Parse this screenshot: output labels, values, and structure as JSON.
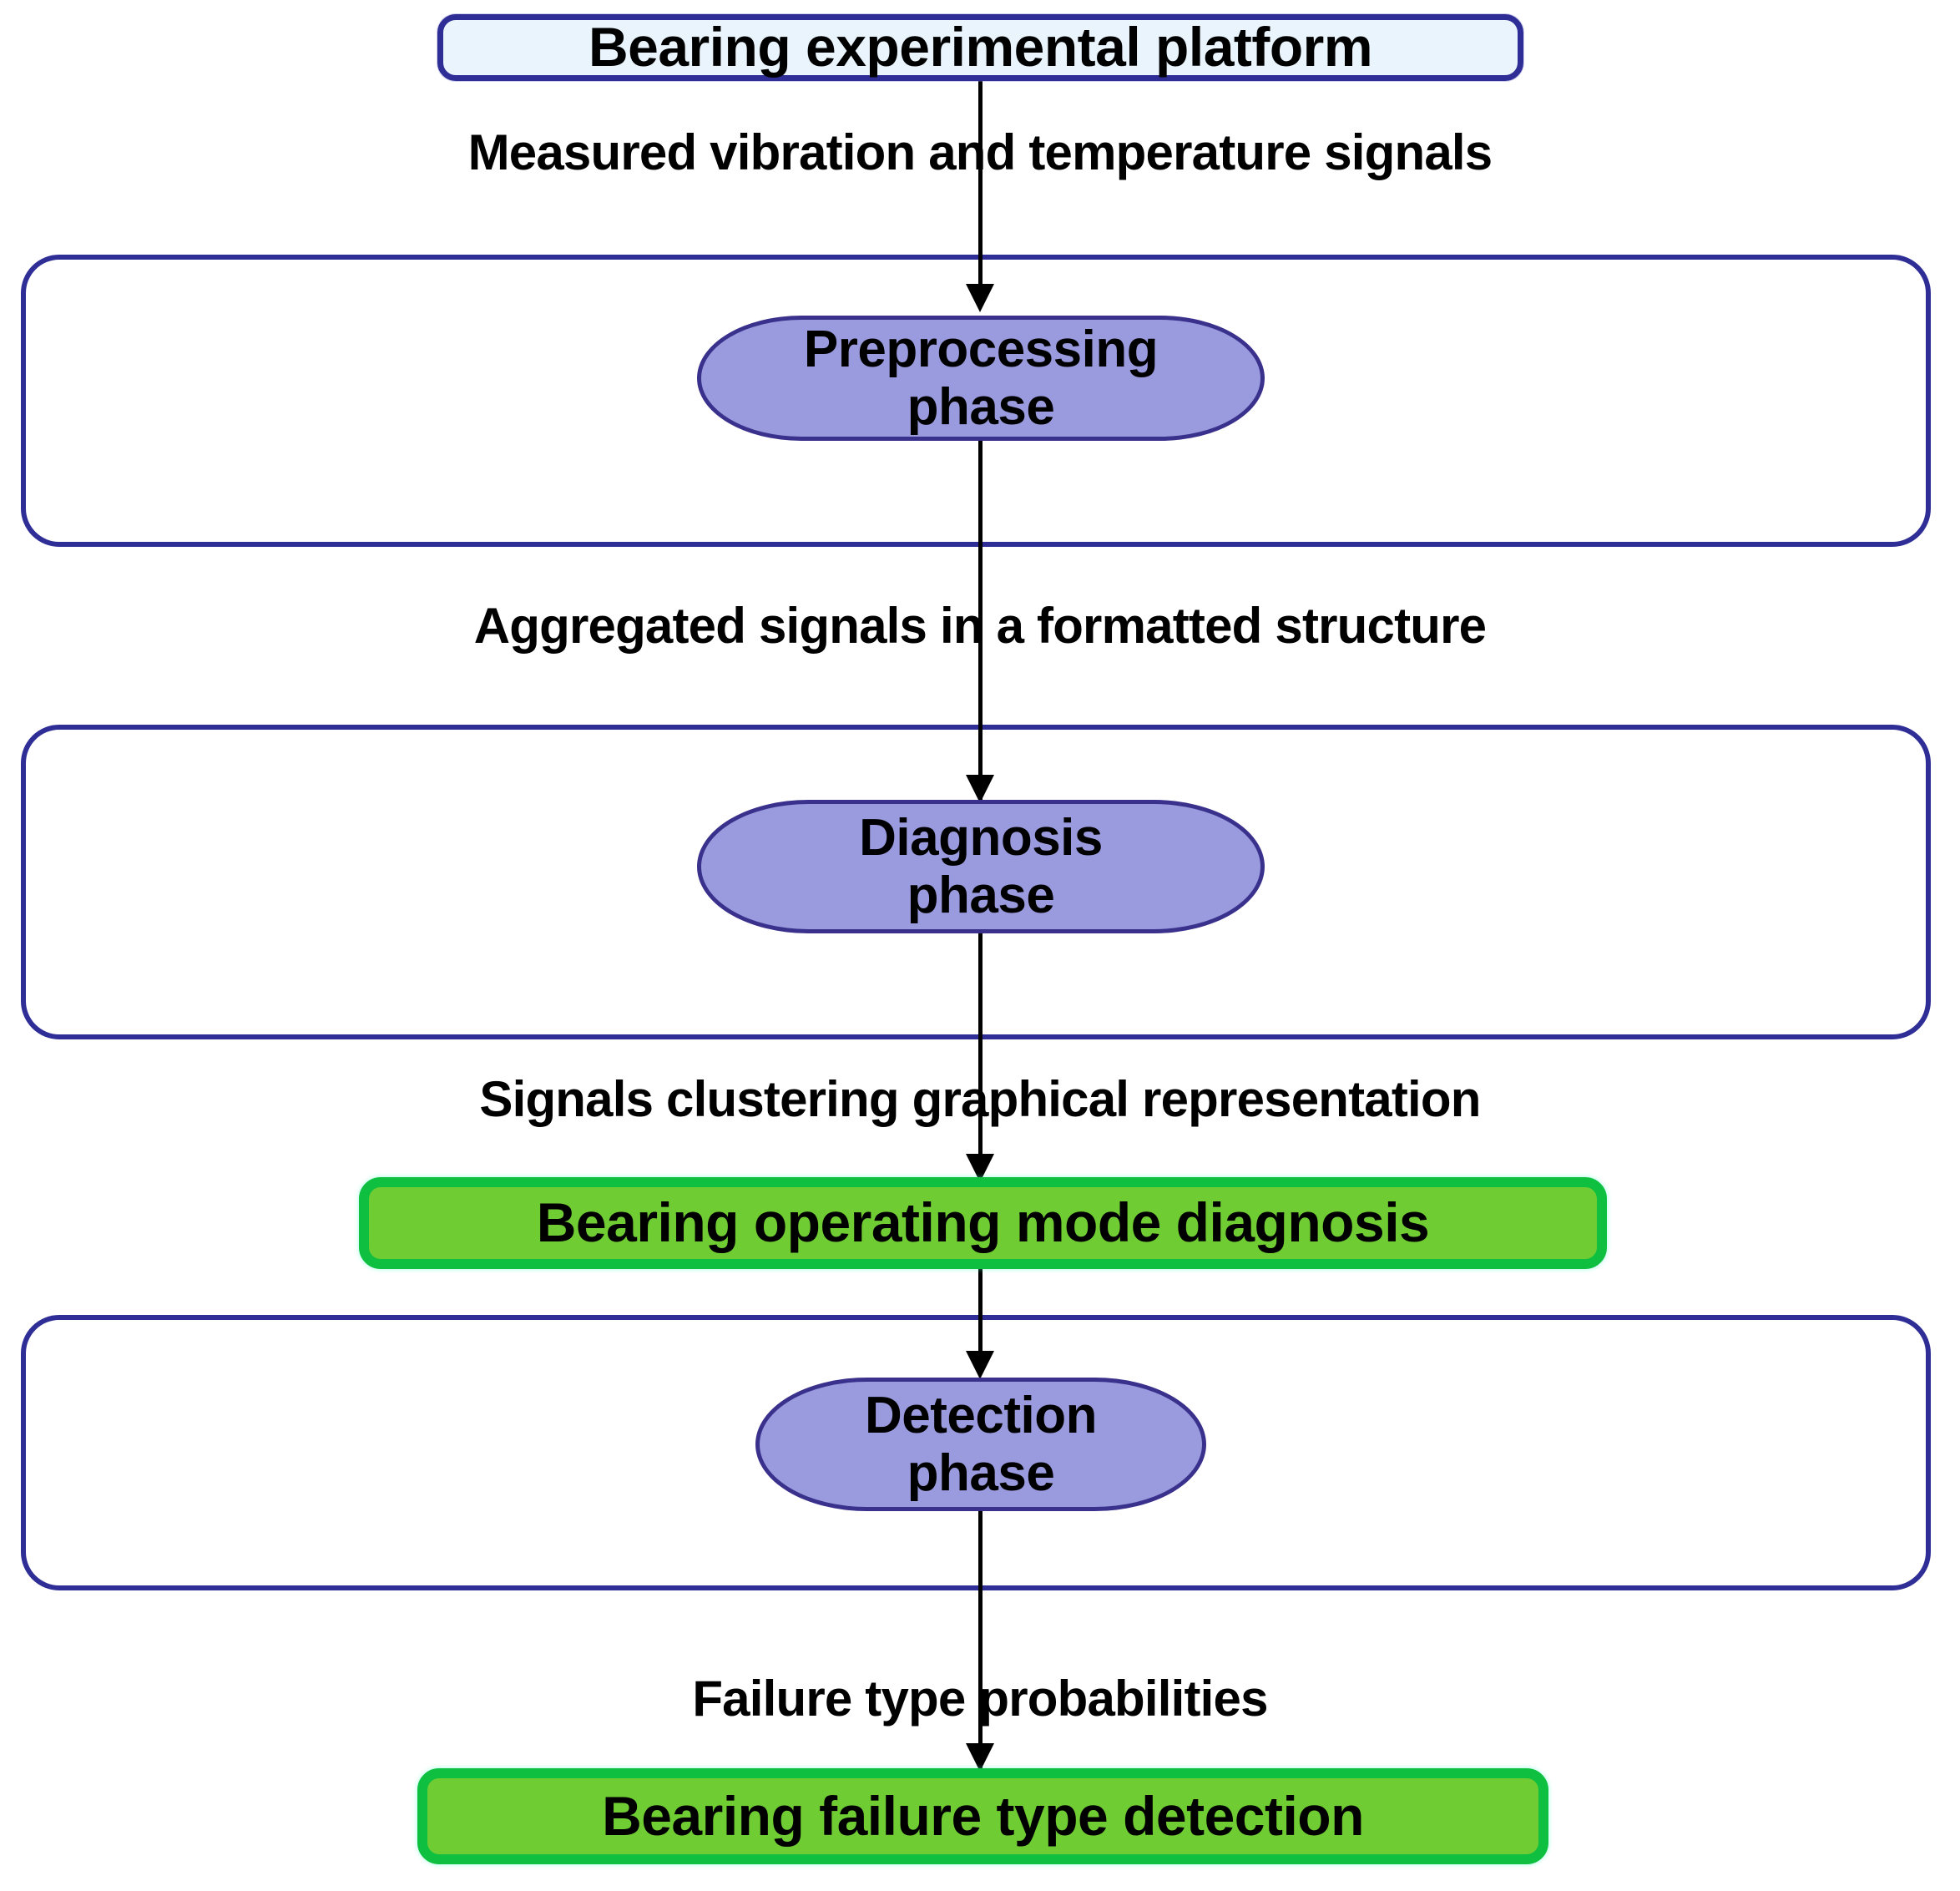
{
  "diagram": {
    "title": "Bearing fault diagnosis and detection flowchart",
    "colors": {
      "source_fill": "#eaf4fd",
      "source_border": "#2e2e96",
      "container_border": "#2e2e96",
      "pill_fill": "#9a9ade",
      "pill_border": "#39318c",
      "result_fill": "#6fcc33",
      "result_border": "#0fbf3f",
      "connector": "#000000",
      "background": "#ffffff"
    },
    "nodes": {
      "source": {
        "label": "Bearing experimental platform"
      },
      "preprocessing": {
        "label": "Preprocessing\nphase"
      },
      "diagnosis": {
        "label": "Diagnosis\nphase"
      },
      "detection": {
        "label": "Detection\nphase"
      },
      "result_mode": {
        "label": "Bearing operating mode diagnosis"
      },
      "result_failure": {
        "label": "Bearing failure type detection"
      }
    },
    "containers": {
      "preprocessing_group": {
        "label": ""
      },
      "diagnosis_group": {
        "label": ""
      },
      "detection_group": {
        "label": ""
      }
    },
    "edges": [
      {
        "id": "e1",
        "label": "Measured vibration and  temperature  signals",
        "from": "source",
        "to": "preprocessing"
      },
      {
        "id": "e2",
        "label": "Aggregated signals in  a formatted structure",
        "from": "preprocessing",
        "to": "diagnosis"
      },
      {
        "id": "e3",
        "label": "Signals clustering  graphical representation",
        "from": "diagnosis",
        "to": "result_mode"
      },
      {
        "id": "e4",
        "label": "",
        "from": "result_mode",
        "to": "detection"
      },
      {
        "id": "e5",
        "label": "Failure type  probabilities",
        "from": "detection",
        "to": "result_failure"
      }
    ]
  }
}
